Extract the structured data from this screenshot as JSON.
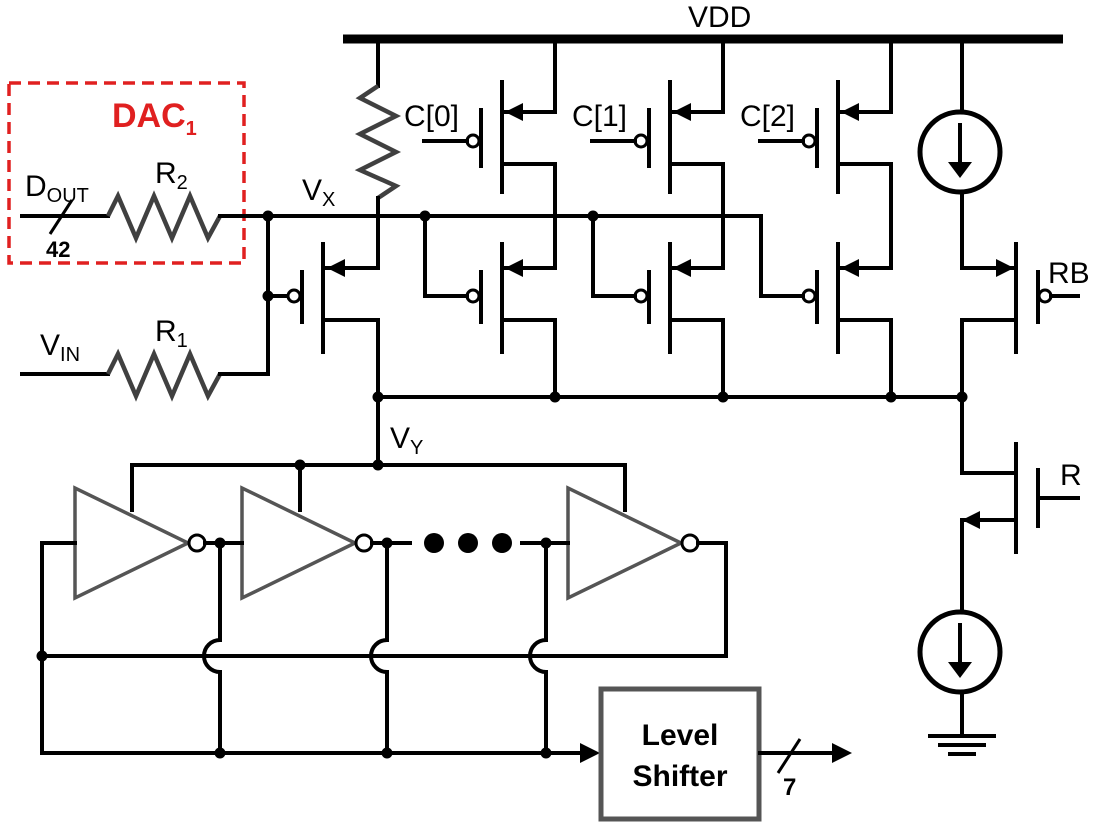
{
  "labels": {
    "vdd": "VDD",
    "vx": "V",
    "vx_sub": "X",
    "vy": "V",
    "vy_sub": "Y",
    "vin": "V",
    "vin_sub": "IN",
    "r1": "R",
    "r1_sub": "1",
    "r2": "R",
    "r2_sub": "2",
    "dout": "D",
    "dout_sub": "OUT",
    "dout_bus_width": "42",
    "c0": "C[0]",
    "c1": "C[1]",
    "c2": "C[2]",
    "rb": "RB",
    "r": "R",
    "output_bus_width": "7"
  },
  "dac_block": {
    "title": "DAC",
    "title_sub": "1",
    "border_color": "#e02020"
  },
  "level_shifter": {
    "line1": "Level",
    "line2": "Shifter"
  }
}
